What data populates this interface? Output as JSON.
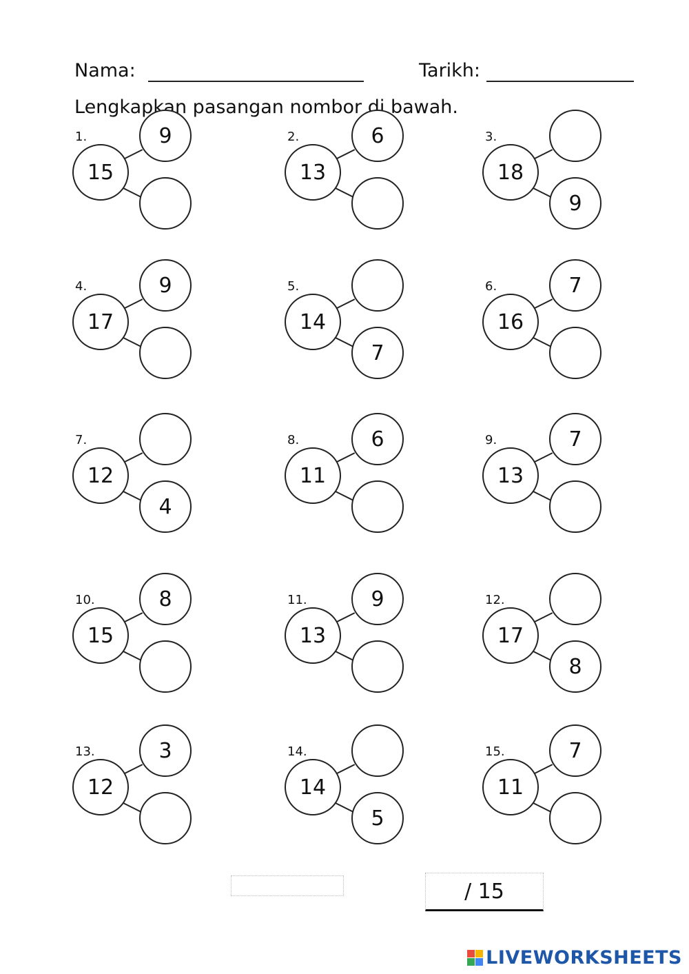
{
  "header": {
    "name_label": "Nama:",
    "date_label": "Tarikh:"
  },
  "instruction": "Lengkapkan pasangan nombor di bawah.",
  "questions": [
    {
      "num": "1.",
      "whole": "15",
      "top": "9",
      "bottom": ""
    },
    {
      "num": "2.",
      "whole": "13",
      "top": "6",
      "bottom": ""
    },
    {
      "num": "3.",
      "whole": "18",
      "top": "",
      "bottom": "9"
    },
    {
      "num": "4.",
      "whole": "17",
      "top": "9",
      "bottom": ""
    },
    {
      "num": "5.",
      "whole": "14",
      "top": "",
      "bottom": "7"
    },
    {
      "num": "6.",
      "whole": "16",
      "top": "7",
      "bottom": ""
    },
    {
      "num": "7.",
      "whole": "12",
      "top": "",
      "bottom": "4"
    },
    {
      "num": "8.",
      "whole": "11",
      "top": "6",
      "bottom": ""
    },
    {
      "num": "9.",
      "whole": "13",
      "top": "7",
      "bottom": ""
    },
    {
      "num": "10.",
      "whole": "15",
      "top": "8",
      "bottom": ""
    },
    {
      "num": "11.",
      "whole": "13",
      "top": "9",
      "bottom": ""
    },
    {
      "num": "12.",
      "whole": "17",
      "top": "",
      "bottom": "8"
    },
    {
      "num": "13.",
      "whole": "12",
      "top": "3",
      "bottom": ""
    },
    {
      "num": "14.",
      "whole": "14",
      "top": "",
      "bottom": "5"
    },
    {
      "num": "15.",
      "whole": "11",
      "top": "7",
      "bottom": ""
    }
  ],
  "score": "/ 15",
  "brand": {
    "text": "LIVEWORKSHEETS",
    "colors": [
      "#e94b3c",
      "#f4b400",
      "#34a853",
      "#4285f4"
    ]
  }
}
